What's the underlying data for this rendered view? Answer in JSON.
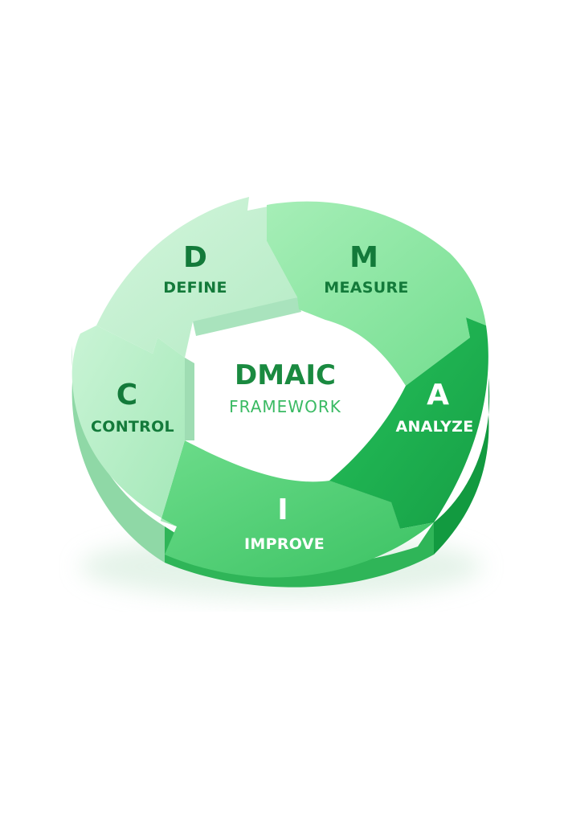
{
  "center": {
    "title": "DMAIC",
    "subtitle": "FRAMEWORK"
  },
  "phases": [
    {
      "id": "define",
      "letter": "D",
      "label": "DEFINE"
    },
    {
      "id": "measure",
      "letter": "M",
      "label": "MEASURE"
    },
    {
      "id": "analyze",
      "letter": "A",
      "label": "ANALYZE"
    },
    {
      "id": "improve",
      "letter": "I",
      "label": "IMPROVE"
    },
    {
      "id": "control",
      "letter": "C",
      "label": "CONTROL"
    }
  ],
  "colors": {
    "define_top": "#c3efd0",
    "measure_top": "#8ee6a3",
    "analyze_top": "#1fb452",
    "improve_top": "#4dcf73",
    "control_top": "#b3eec4",
    "define_side": "#9fdcb1",
    "measure_side": "#6ccf86",
    "analyze_side": "#139a40",
    "improve_side": "#33b65a",
    "control_side": "#8fd8a6",
    "dark_text": "#137a3a",
    "title_text": "#1a8a40",
    "subtitle_text": "#3aba63",
    "white_text": "#ffffff"
  }
}
